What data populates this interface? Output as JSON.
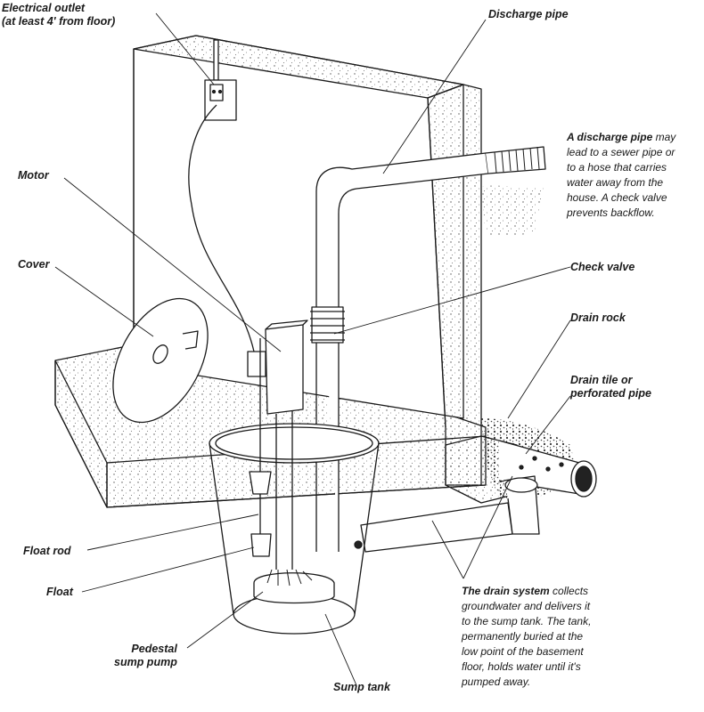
{
  "labels": {
    "electrical_outlet_1": "Electrical outlet",
    "electrical_outlet_2": "(at least 4' from floor)",
    "discharge_pipe": "Discharge pipe",
    "motor": "Motor",
    "cover": "Cover",
    "check_valve": "Check valve",
    "drain_rock": "Drain rock",
    "drain_tile_1": "Drain tile or",
    "drain_tile_2": "perforated pipe",
    "float_rod": "Float rod",
    "float": "Float",
    "pedestal_1": "Pedestal",
    "pedestal_2": "sump pump",
    "sump_tank": "Sump tank"
  },
  "notes": {
    "discharge_bold": "A discharge pipe",
    "discharge_l1": " may",
    "discharge_l2": "lead to a sewer pipe or",
    "discharge_l3": "to a hose that carries",
    "discharge_l4": "water away from the",
    "discharge_l5": "house. A check valve",
    "discharge_l6": "prevents backflow.",
    "drain_bold": "The drain system",
    "drain_l1": " collects",
    "drain_l2": "groundwater and delivers it",
    "drain_l3": "to the sump tank. The tank,",
    "drain_l4": "permanently buried at the",
    "drain_l5": "low point of the basement",
    "drain_l6": "floor, holds water until it's",
    "drain_l7": "pumped away."
  },
  "colors": {
    "ink": "#1a1a1a",
    "paper": "#ffffff"
  }
}
